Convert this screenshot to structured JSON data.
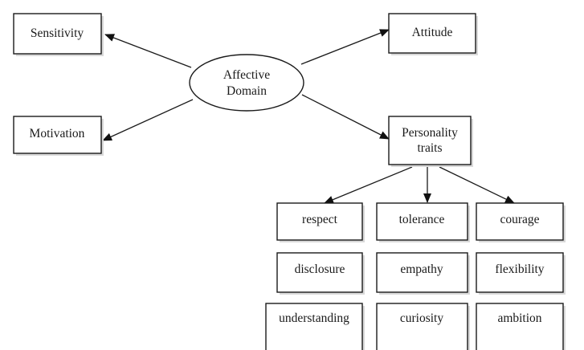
{
  "diagram": {
    "center": {
      "line1": "Affective",
      "line2": "Domain"
    },
    "nodes": {
      "sensitivity": "Sensitivity",
      "motivation": "Motivation",
      "attitude": "Attitude",
      "personality_line1": "Personality",
      "personality_line2": "traits"
    },
    "traits": [
      "respect",
      "tolerance",
      "courage",
      "disclosure",
      "empathy",
      "flexibility",
      "understanding",
      "curiosity",
      "ambition"
    ]
  }
}
